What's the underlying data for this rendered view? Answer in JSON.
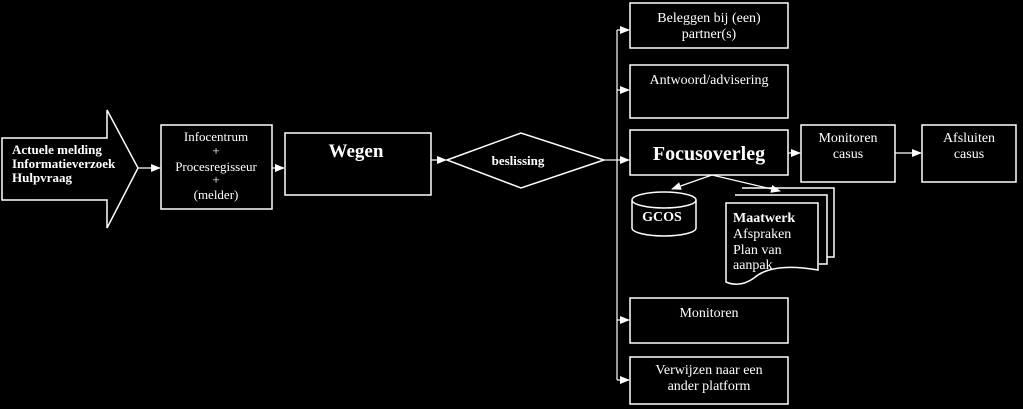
{
  "colors": {
    "background": "#000000",
    "stroke": "#ffffff",
    "text": "#ffffff"
  },
  "input_arrow": {
    "lines": [
      "Actuele melding",
      "Informatieverzoek",
      "Hulpvraag"
    ]
  },
  "infocentrum": {
    "lines": [
      "Infocentrum",
      "+",
      "Procesregisseur",
      "+",
      "(melder)"
    ]
  },
  "wegen": {
    "label": "Wegen"
  },
  "beslissing": {
    "label": "beslissing"
  },
  "beleggen": {
    "lines": [
      "Beleggen bij (een)",
      "partner(s)"
    ]
  },
  "antwoord": {
    "label": "Antwoord/advisering"
  },
  "focusoverleg": {
    "label": "Focusoverleg"
  },
  "monitoren_casus": {
    "lines": [
      "Monitoren",
      "casus"
    ]
  },
  "afsluiten_casus": {
    "lines": [
      "Afsluiten",
      "casus"
    ]
  },
  "gcos": {
    "label": "GCOS"
  },
  "maatwerk": {
    "title": "Maatwerk",
    "lines": [
      "Afspraken",
      "Plan van",
      "aanpak"
    ]
  },
  "monitoren": {
    "label": "Monitoren"
  },
  "verwijzen": {
    "lines": [
      "Verwijzen naar een",
      "ander platform"
    ]
  }
}
